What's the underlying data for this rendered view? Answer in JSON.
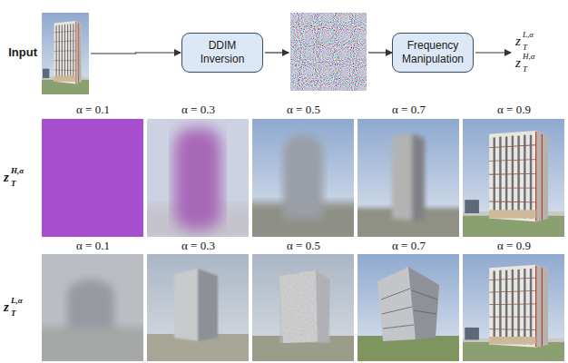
{
  "diagram": {
    "nodes": [
      {
        "text": [
          "Input"
        ]
      },
      {
        "text": [
          "DDIM Inversion"
        ]
      },
      {
        "text": [
          "Frequency Manipulation"
        ]
      }
    ],
    "edges": [
      {
        "from": 0,
        "to": 1,
        "arrow": "to"
      }
    ],
    "labels": [
      "z",
      "T",
      "L,α",
      "z",
      "T",
      "H,α",
      "α = 0.1",
      "α = 0.3",
      "α = 0.5",
      "α = 0.7",
      "α = 0.9",
      "z",
      "T",
      "H,α",
      "α = 0.1",
      "α = 0.3",
      "α = 0.5",
      "α = 0.7",
      "α = 0.9",
      "z",
      "T",
      "L,α"
    ]
  }
}
